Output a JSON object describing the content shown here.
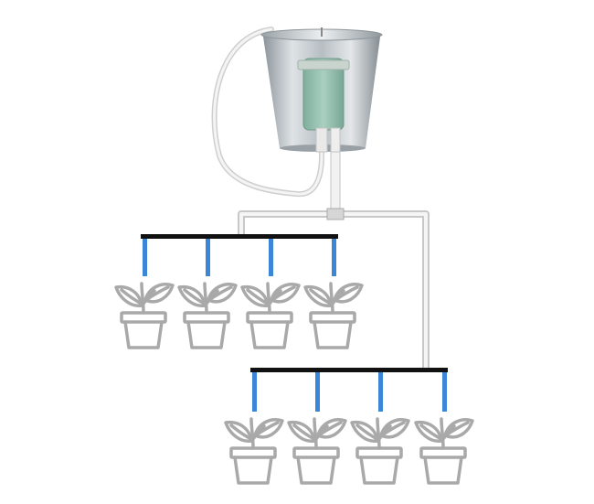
{
  "diagram": {
    "colors": {
      "background": "#ffffff",
      "bucket_light": "#d9dde0",
      "bucket_mid": "#a9b0b5",
      "bucket_dark": "#7d858b",
      "pump": "#9cc4b4",
      "pump_dark": "#6f9e8c",
      "tube": "#e6e6e6",
      "tube_outline": "#bdbdbd",
      "manifold": "#111111",
      "drip_line": "#3b86d6",
      "plant_outline": "#a9a9a9"
    },
    "components": [
      {
        "name": "water-bucket",
        "icon": "bucket-icon"
      },
      {
        "name": "water-pump",
        "icon": "pump-icon"
      },
      {
        "name": "supply-tube",
        "icon": "tube-icon"
      },
      {
        "name": "distribution-manifold-upper",
        "icon": "manifold-icon"
      },
      {
        "name": "distribution-manifold-lower",
        "icon": "manifold-icon"
      }
    ],
    "plant_groups": [
      {
        "name": "upper-row",
        "plant_count": 4
      },
      {
        "name": "lower-row",
        "plant_count": 4
      }
    ]
  }
}
